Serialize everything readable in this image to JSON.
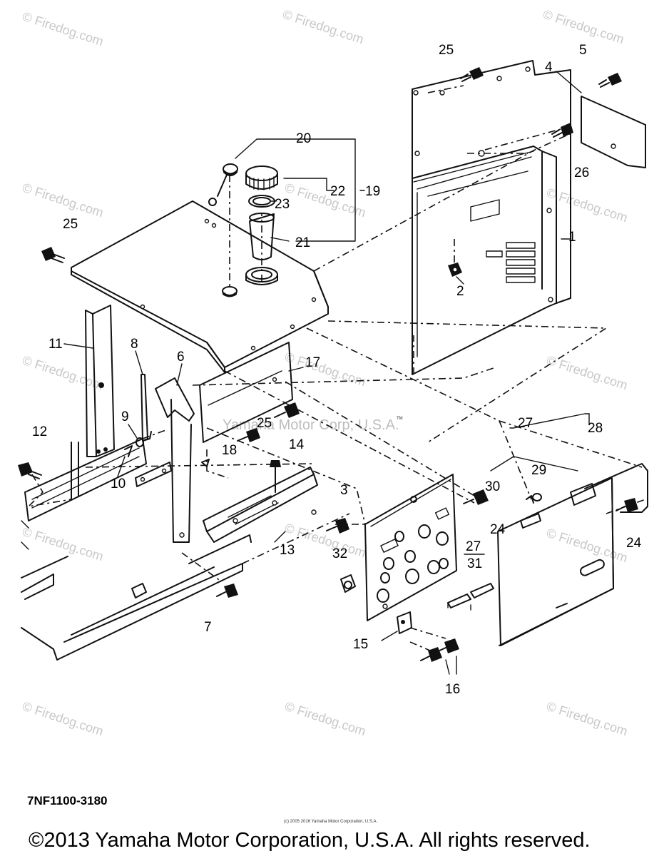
{
  "watermark": {
    "text": "© Firedog.com",
    "center_text": "Yamaha Motor Corp, U.S.A.",
    "tm": "TM"
  },
  "part_numbers": {
    "p1": "1",
    "p2": "2",
    "p3": "3",
    "p4": "4",
    "p5": "5",
    "p6": "6",
    "p7": "7",
    "p8": "8",
    "p9": "9",
    "p10": "10",
    "p11": "11",
    "p12": "12",
    "p13": "13",
    "p14": "14",
    "p15": "15",
    "p16": "16",
    "p17": "17",
    "p18": "18",
    "p19": "19",
    "p20": "20",
    "p21": "21",
    "p22": "22",
    "p23": "23",
    "p24a": "24",
    "p24b": "24",
    "p25a": "25",
    "p25b": "25",
    "p25c": "25",
    "p26": "26",
    "p27a": "27",
    "p27b": "27",
    "p28": "28",
    "p29": "29",
    "p30": "30",
    "p31": "31",
    "p32": "32"
  },
  "diagram_code": "7NF1100-3180",
  "small_print": "(c) 2005 2016 Yamaha Motor Corporation, U.S.A.",
  "copyright": "©2013 Yamaha Motor Corporation, U.S.A. All rights reserved."
}
